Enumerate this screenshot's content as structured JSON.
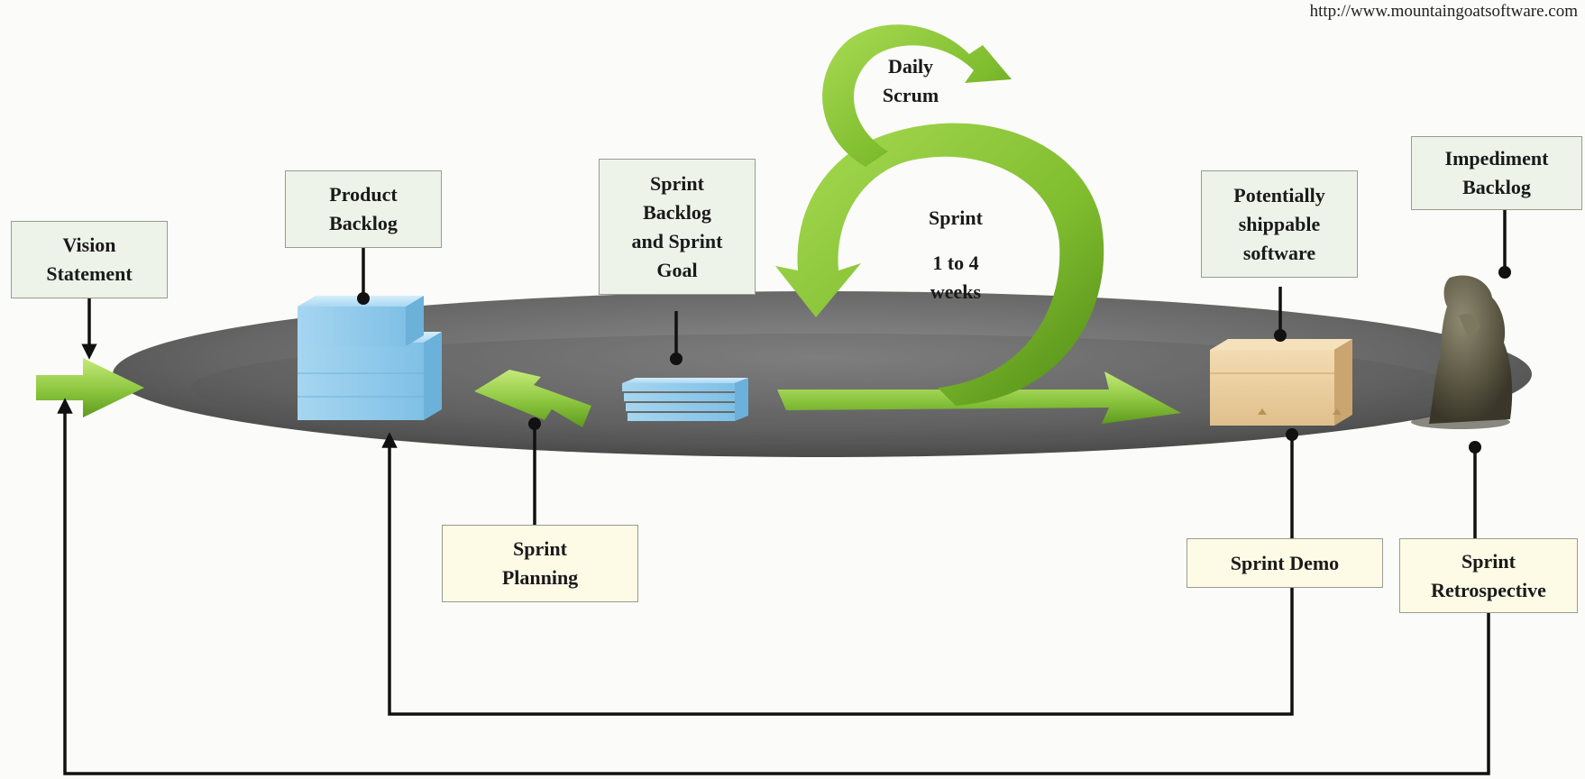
{
  "source_url": "http://www.mountaingoatsoftware.com",
  "labels": {
    "vision_statement": "Vision\nStatement",
    "product_backlog": "Product\nBacklog",
    "sprint_backlog": "Sprint\nBacklog\nand Sprint\nGoal",
    "daily_scrum": "Daily\nScrum",
    "sprint_duration_title": "Sprint",
    "sprint_duration_value": "1 to 4\nweeks",
    "potentially_shippable": "Potentially\nshippable\nsoftware",
    "impediment_backlog": "Impediment\nBacklog",
    "sprint_planning": "Sprint\nPlanning",
    "sprint_demo": "Sprint Demo",
    "sprint_retrospective": "Sprint\nRetrospective"
  },
  "colors": {
    "arrow_green": "#8cc63f",
    "arrow_green_dark": "#5e9a1e",
    "ellipse": "#6a6a6a",
    "backlog_blue": "#9fd2ee",
    "box_tan": "#ead2a6",
    "connector": "#111111"
  }
}
